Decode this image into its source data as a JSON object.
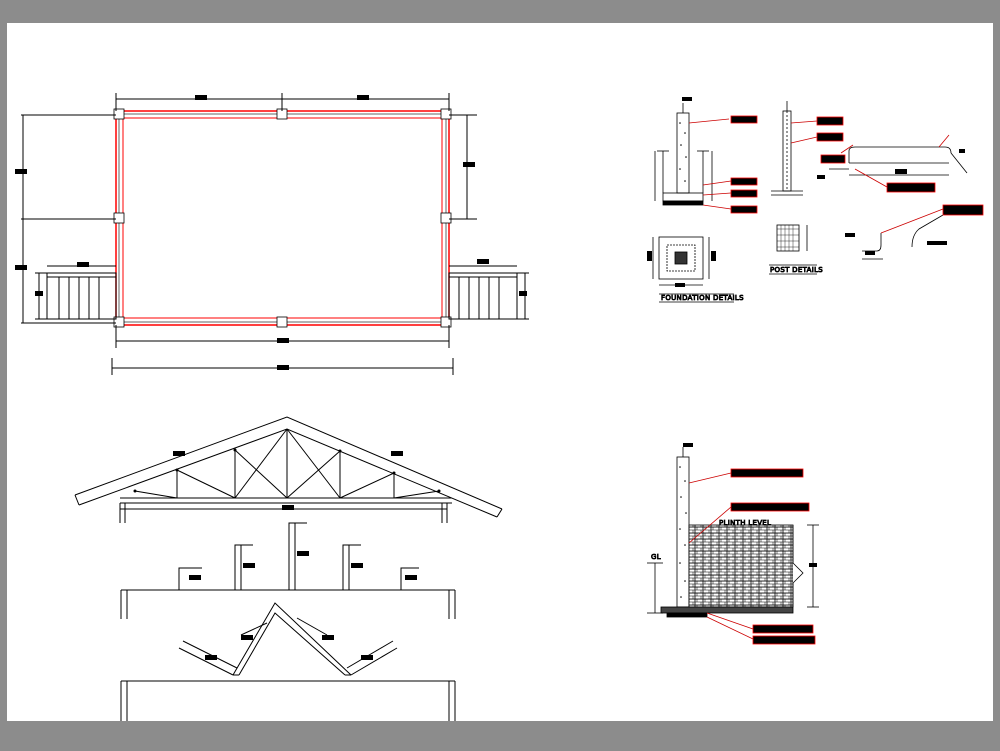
{
  "drawing": {
    "foundation_title": "FOUNDATION DETAILS",
    "post_title": "POST DETAILS",
    "plinth_label": "PLINTH LEVEL",
    "gl_label": "GL"
  },
  "colors": {
    "frame": "#8c8c8c",
    "paper": "#ffffff",
    "line": "#000000",
    "accent": "#ff0000",
    "leader": "#cc0000"
  }
}
